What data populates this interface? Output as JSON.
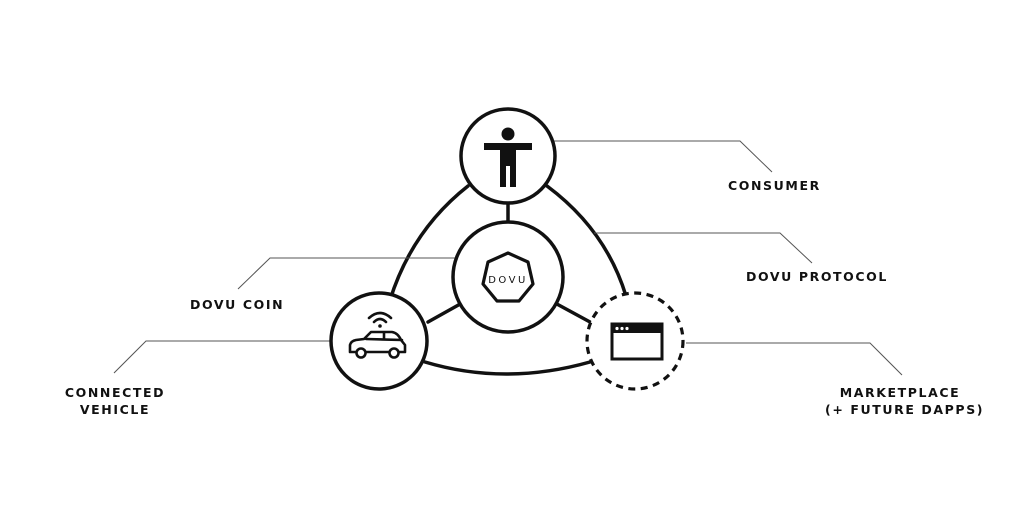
{
  "diagram": {
    "colors": {
      "stroke": "#111111",
      "leader": "#555555",
      "background": "#ffffff"
    },
    "nodes": {
      "consumer": {
        "label": "CONSUMER",
        "icon": "person-icon"
      },
      "protocol": {
        "label": "DOVU PROTOCOL",
        "logo_text": "DOVU",
        "icon": "heptagon-logo"
      },
      "coin": {
        "label": "DOVU COIN"
      },
      "vehicle": {
        "label_line1": "CONNECTED",
        "label_line2": "VEHICLE",
        "icon": "connected-car-icon"
      },
      "marketplace": {
        "label_line1": "MARKETPLACE",
        "label_line2": "(+ FUTURE DAPPS)",
        "icon": "browser-window-icon"
      }
    }
  }
}
